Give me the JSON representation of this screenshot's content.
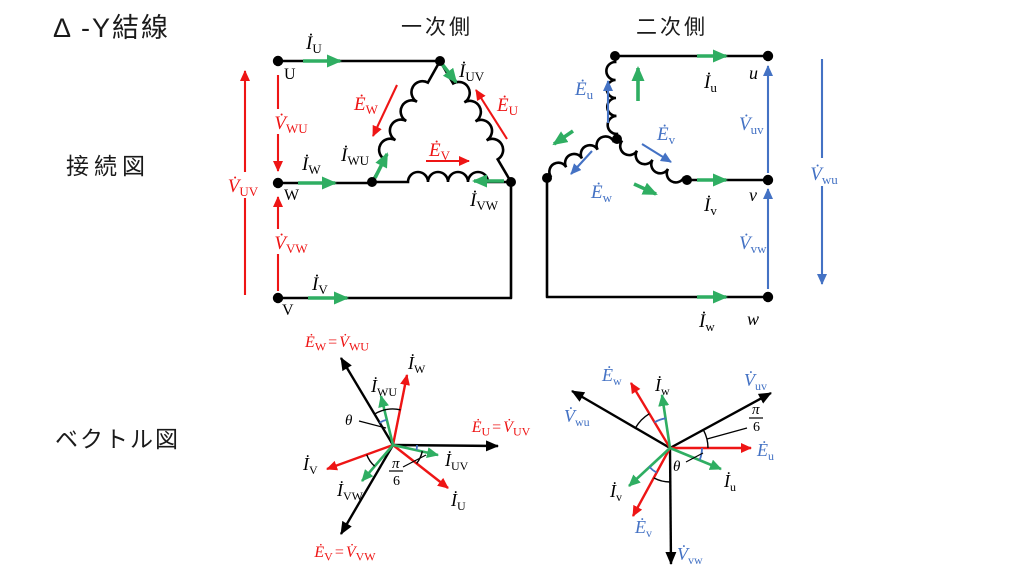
{
  "colors": {
    "red": "#ee1515",
    "green": "#2fae62",
    "blue": "#4472c4",
    "black": "#000000"
  },
  "title": "Δ -Y結線",
  "sections": {
    "connection": "接続図",
    "vector": "ベクトル図"
  },
  "primary": {
    "heading": "一次側",
    "terminal_u": "U",
    "terminal_w": "W",
    "terminal_v": "V",
    "i_u": {
      "m": "İ",
      "s": "U"
    },
    "i_w": {
      "m": "İ",
      "s": "W"
    },
    "i_v": {
      "m": "İ",
      "s": "V"
    },
    "v_uv": {
      "m": "V̇",
      "s": "UV"
    },
    "v_wu": {
      "m": "V̇",
      "s": "WU"
    },
    "v_vw": {
      "m": "V̇",
      "s": "VW"
    },
    "i_uv": {
      "m": "İ",
      "s": "UV"
    },
    "i_wu": {
      "m": "İ",
      "s": "WU"
    },
    "i_vw": {
      "m": "İ",
      "s": "VW"
    },
    "e_w": {
      "m": "Ė",
      "s": "W"
    },
    "e_u": {
      "m": "Ė",
      "s": "U"
    },
    "e_v": {
      "m": "Ė",
      "s": "V"
    }
  },
  "secondary": {
    "heading": "二次側",
    "terminal_u": "u",
    "terminal_v": "v",
    "terminal_w": "w",
    "i_u": {
      "m": "İ",
      "s": "u"
    },
    "i_v": {
      "m": "İ",
      "s": "v"
    },
    "i_w": {
      "m": "İ",
      "s": "w"
    },
    "e_u": {
      "m": "Ė",
      "s": "u"
    },
    "e_v": {
      "m": "Ė",
      "s": "v"
    },
    "e_w": {
      "m": "Ė",
      "s": "w"
    },
    "v_uv": {
      "m": "V̇",
      "s": "uv"
    },
    "v_vw": {
      "m": "V̇",
      "s": "vw"
    },
    "v_wu": {
      "m": "V̇",
      "s": "wu"
    }
  },
  "vector_primary": {
    "axis_w": {
      "m": "Ė",
      "s": "W",
      "eq": "=",
      "m2": "V̇",
      "s2": "WU"
    },
    "axis_u": {
      "m": "Ė",
      "s": "U",
      "eq": "=",
      "m2": "V̇",
      "s2": "UV"
    },
    "axis_v": {
      "m": "Ė",
      "s": "V",
      "eq": "=",
      "m2": "V̇",
      "s2": "VW"
    },
    "i_w": {
      "m": "İ",
      "s": "W"
    },
    "i_v": {
      "m": "İ",
      "s": "V"
    },
    "i_u": {
      "m": "İ",
      "s": "U"
    },
    "i_wu": {
      "m": "İ",
      "s": "WU"
    },
    "i_uv": {
      "m": "İ",
      "s": "UV"
    },
    "i_vw": {
      "m": "İ",
      "s": "VW"
    },
    "theta": "θ",
    "pi": "π",
    "six": "6"
  },
  "vector_secondary": {
    "v_uv": {
      "m": "V̇",
      "s": "uv"
    },
    "v_wu": {
      "m": "V̇",
      "s": "wu"
    },
    "v_vw": {
      "m": "V̇",
      "s": "vw"
    },
    "e_w": {
      "m": "Ė",
      "s": "w"
    },
    "e_u": {
      "m": "Ė",
      "s": "u"
    },
    "e_v": {
      "m": "Ė",
      "s": "v"
    },
    "i_w": {
      "m": "İ",
      "s": "w"
    },
    "i_u": {
      "m": "İ",
      "s": "u"
    },
    "i_v": {
      "m": "İ",
      "s": "v"
    },
    "theta": "θ",
    "pi": "π",
    "six": "6"
  }
}
